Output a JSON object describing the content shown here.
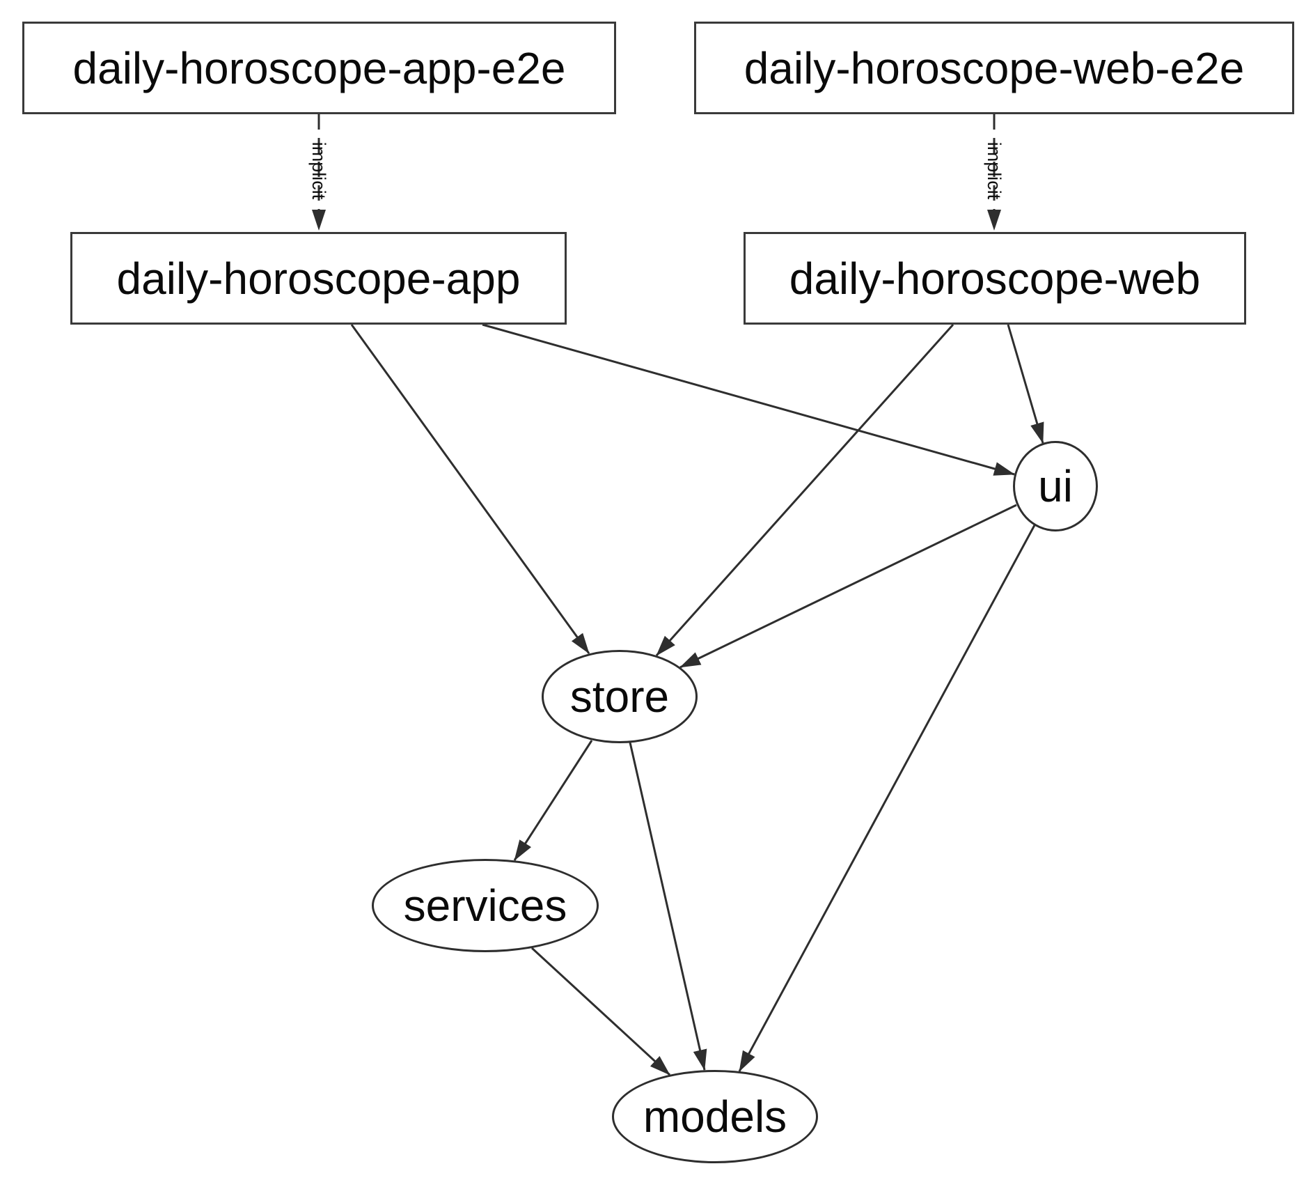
{
  "diagram": {
    "background": "#ffffff",
    "stroke_color": "#2e2e2e",
    "text_color": "#0a0a0a",
    "nodes": {
      "app_e2e": {
        "label": "daily-horoscope-app-e2e",
        "shape": "rect"
      },
      "web_e2e": {
        "label": "daily-horoscope-web-e2e",
        "shape": "rect"
      },
      "app": {
        "label": "daily-horoscope-app",
        "shape": "rect"
      },
      "web": {
        "label": "daily-horoscope-web",
        "shape": "rect"
      },
      "ui": {
        "label": "ui",
        "shape": "ellipse"
      },
      "store": {
        "label": "store",
        "shape": "ellipse"
      },
      "services": {
        "label": "services",
        "shape": "ellipse"
      },
      "models": {
        "label": "models",
        "shape": "ellipse"
      }
    },
    "edges": [
      {
        "from": "daily-horoscope-app-e2e",
        "to": "daily-horoscope-app",
        "label": "implicit",
        "style": "dashed"
      },
      {
        "from": "daily-horoscope-web-e2e",
        "to": "daily-horoscope-web",
        "label": "implicit",
        "style": "dashed"
      },
      {
        "from": "daily-horoscope-app",
        "to": "store",
        "label": "",
        "style": "solid"
      },
      {
        "from": "daily-horoscope-app",
        "to": "ui",
        "label": "",
        "style": "solid"
      },
      {
        "from": "daily-horoscope-web",
        "to": "store",
        "label": "",
        "style": "solid"
      },
      {
        "from": "daily-horoscope-web",
        "to": "ui",
        "label": "",
        "style": "solid"
      },
      {
        "from": "ui",
        "to": "store",
        "label": "",
        "style": "solid"
      },
      {
        "from": "ui",
        "to": "models",
        "label": "",
        "style": "solid"
      },
      {
        "from": "store",
        "to": "services",
        "label": "",
        "style": "solid"
      },
      {
        "from": "store",
        "to": "models",
        "label": "",
        "style": "solid"
      },
      {
        "from": "services",
        "to": "models",
        "label": "",
        "style": "solid"
      }
    ]
  }
}
